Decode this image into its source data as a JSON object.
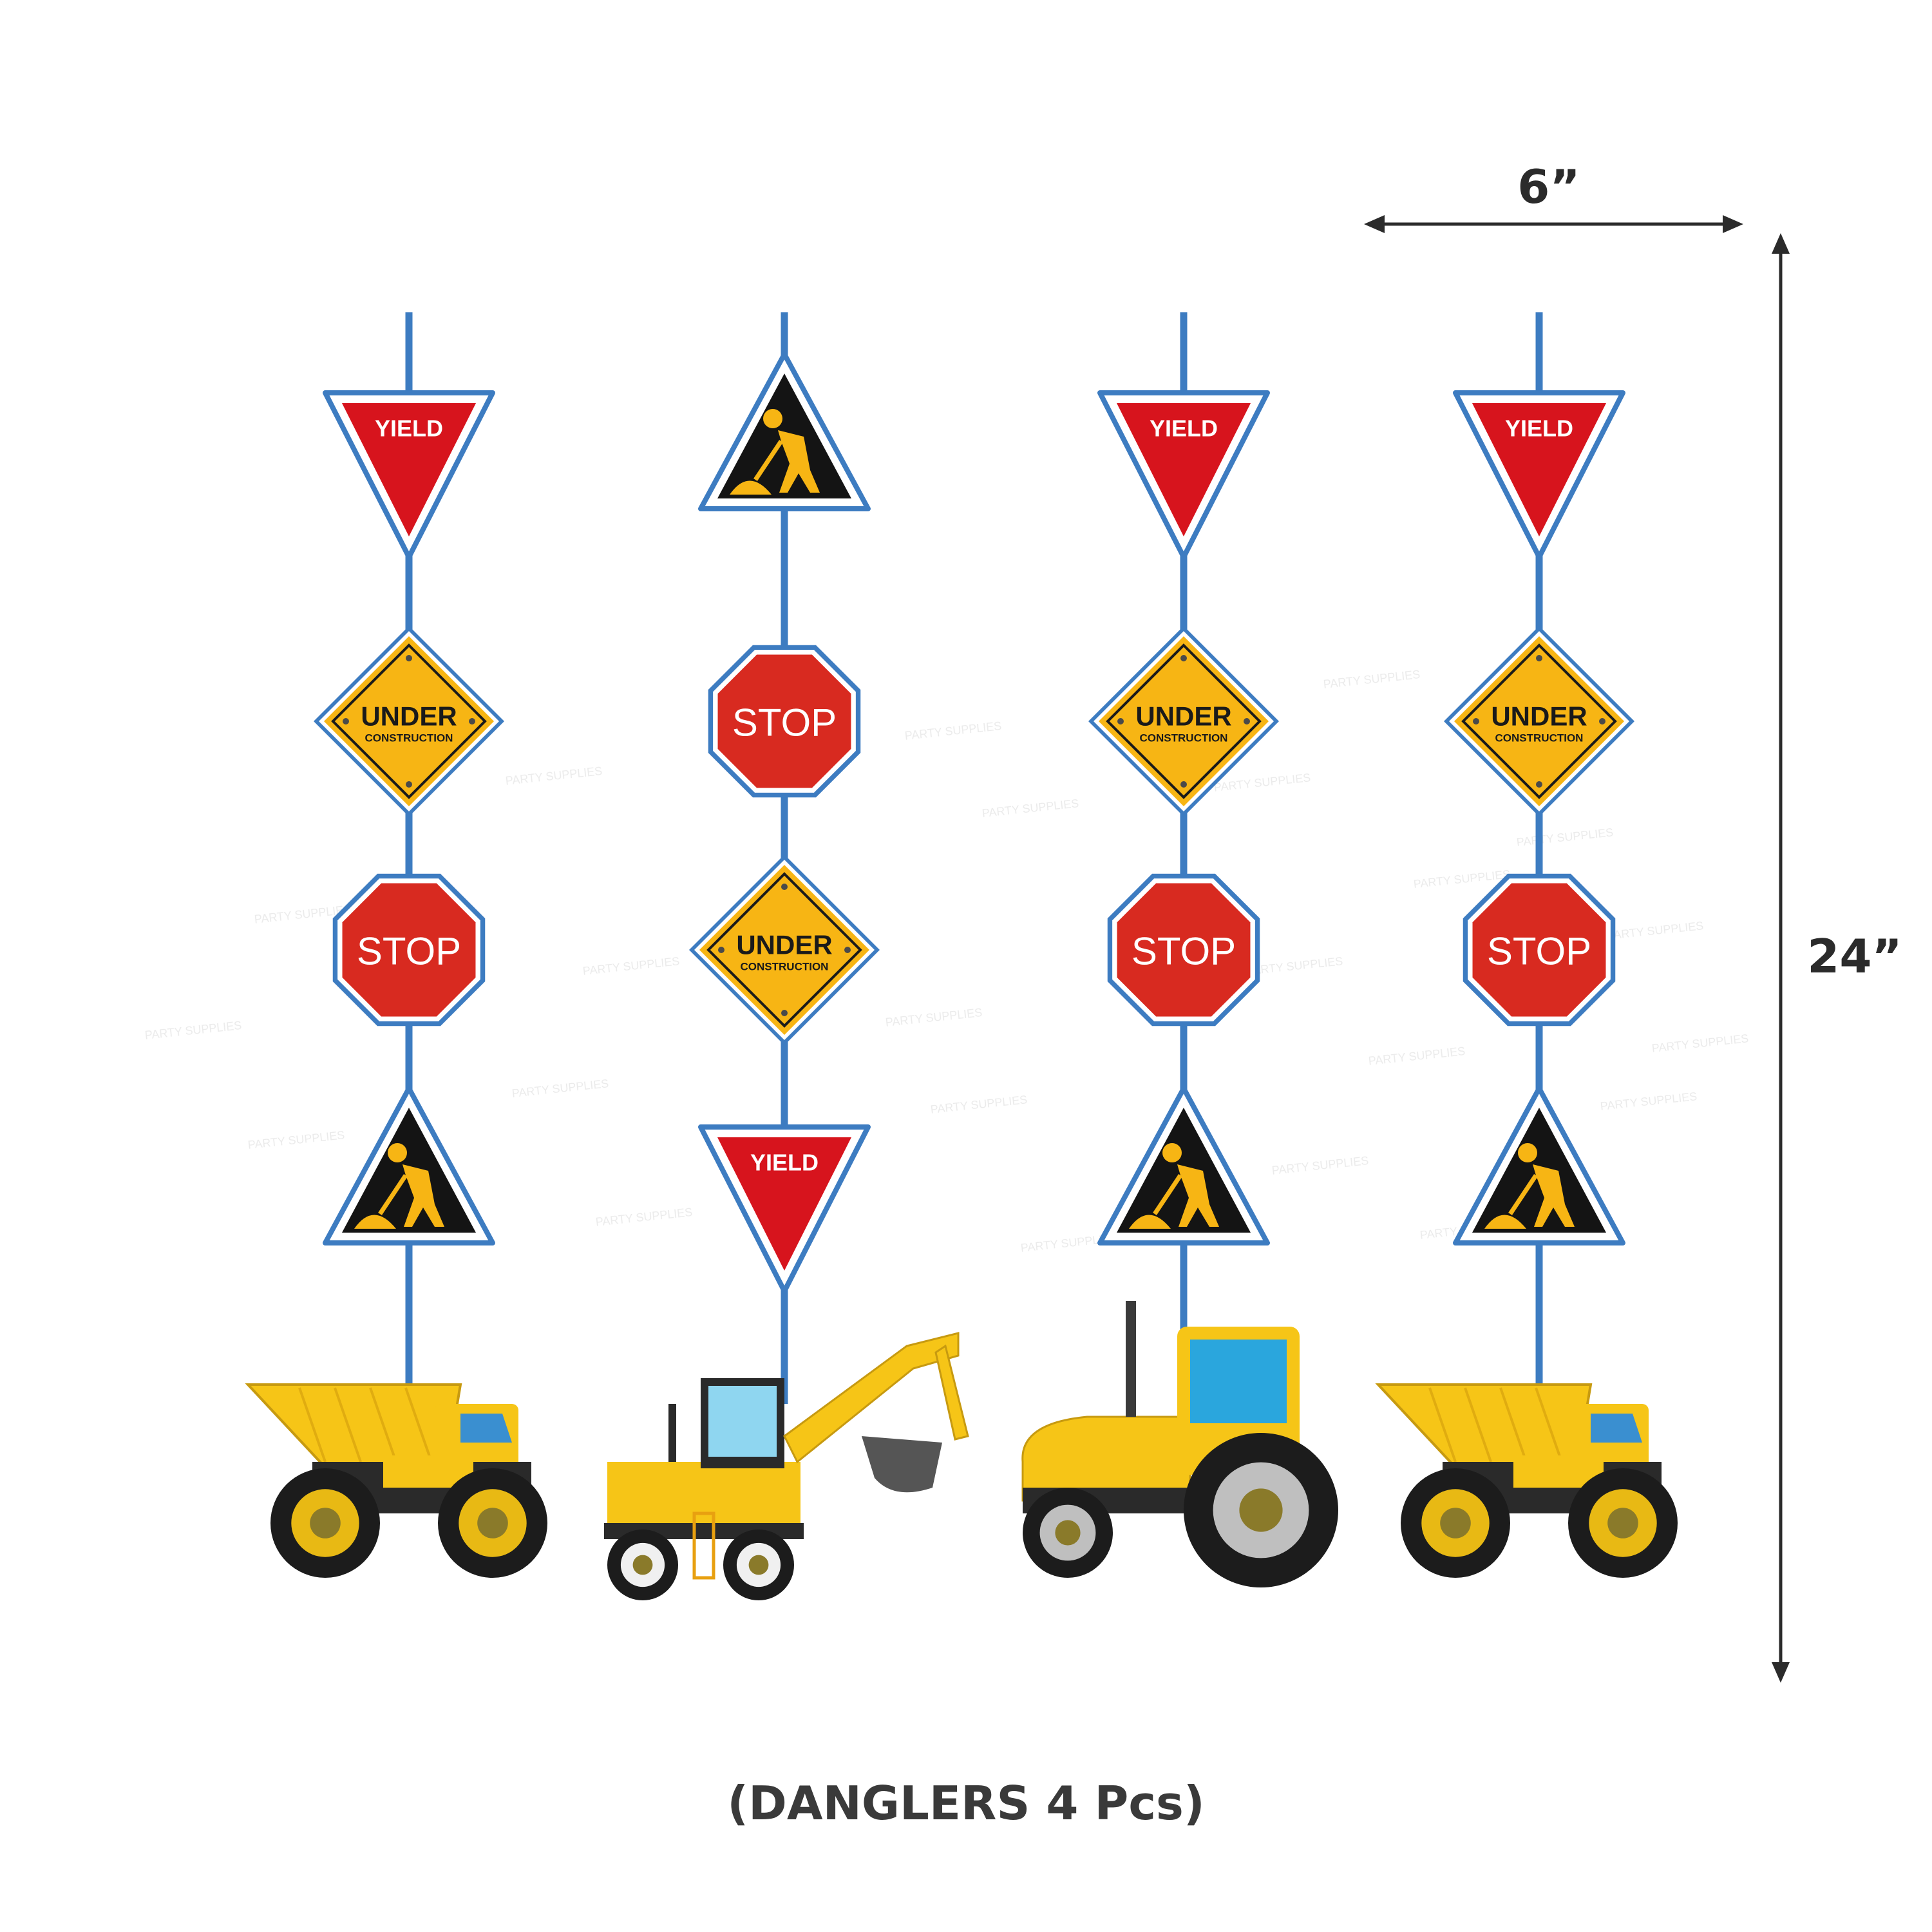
{
  "dimensions": {
    "width_label": "6”",
    "height_label": "24”"
  },
  "caption": "(DANGLERS 4 Pcs)",
  "watermark": "PARTY SUPPLIES",
  "sign_text": {
    "yield": "YIELD",
    "stop": "STOP",
    "under": "UNDER",
    "construction": "CONSTRUCTION"
  },
  "danglers": [
    {
      "signs": [
        "yield",
        "under-construction",
        "stop",
        "men-at-work"
      ],
      "vehicle": "dump-truck"
    },
    {
      "signs": [
        "men-at-work",
        "stop",
        "under-construction",
        "yield"
      ],
      "vehicle": "excavator"
    },
    {
      "signs": [
        "yield",
        "under-construction",
        "stop",
        "men-at-work"
      ],
      "vehicle": "tractor"
    },
    {
      "signs": [
        "yield",
        "under-construction",
        "stop",
        "men-at-work"
      ],
      "vehicle": "dump-truck"
    }
  ],
  "colors": {
    "string": "#3d7cc1",
    "sign_border": "#3d7cc1",
    "yield_red": "#d7141d",
    "stop_red": "#d82a20",
    "construction_yellow": "#f7b514",
    "warning_black": "#141414",
    "vehicle_yellow": "#f6c517"
  }
}
